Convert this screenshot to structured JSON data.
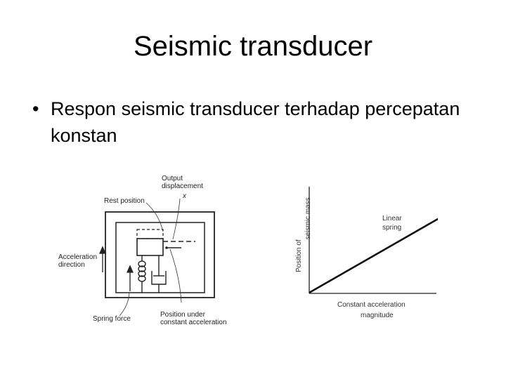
{
  "slide": {
    "title": "Seismic transducer",
    "bullet_symbol": "•",
    "bullet_text": "Respon seismic transducer terhadap percepatan konstan"
  },
  "diagram": {
    "output_displacement": "Output displacement",
    "output_symbol": "x",
    "rest_position": "Rest position",
    "acceleration_direction": "Acceleration direction",
    "spring_force": "Spring force",
    "position_under": "Position under constant acceleration"
  },
  "graph": {
    "ylabel": "Position of seismic mass",
    "xlabel": "Constant acceleration magnitude",
    "line_label": "Linear spring"
  }
}
